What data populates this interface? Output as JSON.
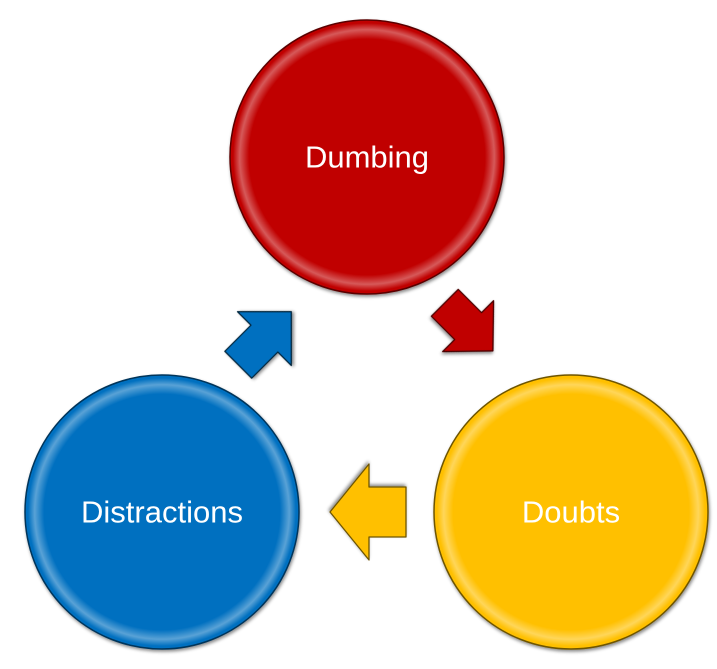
{
  "diagram": {
    "type": "cycle",
    "nodes": [
      {
        "id": "dumbing",
        "label": "Dumbing",
        "color": "#C00000"
      },
      {
        "id": "doubts",
        "label": "Doubts",
        "color": "#FFC000"
      },
      {
        "id": "distractions",
        "label": "Distractions",
        "color": "#0070C0"
      }
    ],
    "arrows": [
      {
        "from": "dumbing",
        "to": "doubts",
        "color": "#C00000"
      },
      {
        "from": "doubts",
        "to": "distractions",
        "color": "#FFC000"
      },
      {
        "from": "distractions",
        "to": "dumbing",
        "color": "#0070C0"
      }
    ]
  }
}
